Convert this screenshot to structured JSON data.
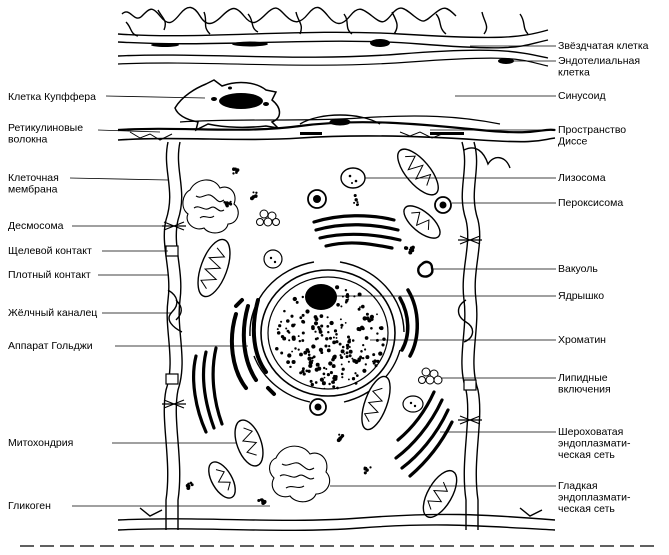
{
  "labels_left": [
    {
      "id": "kupffer",
      "lines": [
        "Клетка Купффера"
      ]
    },
    {
      "id": "reticulin",
      "lines": [
        "Ретикулиновые",
        "волокна"
      ]
    },
    {
      "id": "cell-membrane",
      "lines": [
        "Клеточная",
        "мембрана"
      ]
    },
    {
      "id": "desmosome",
      "lines": [
        "Десмосома"
      ]
    },
    {
      "id": "gap-junction",
      "lines": [
        "Щелевой контакт"
      ]
    },
    {
      "id": "tight-junction",
      "lines": [
        "Плотный контакт"
      ]
    },
    {
      "id": "bile-canaliculus",
      "lines": [
        "Жёлчный каналец"
      ]
    },
    {
      "id": "golgi",
      "lines": [
        "Аппарат Гольджи"
      ]
    },
    {
      "id": "mitochondrion",
      "lines": [
        "Митохондрия"
      ]
    },
    {
      "id": "glycogen",
      "lines": [
        "Гликоген"
      ]
    }
  ],
  "labels_right": [
    {
      "id": "stellate",
      "lines": [
        "Звёздчатая клетка"
      ]
    },
    {
      "id": "endothelial",
      "lines": [
        "Эндотелиальная",
        "клетка"
      ]
    },
    {
      "id": "sinusoid",
      "lines": [
        "Синусоид"
      ]
    },
    {
      "id": "disse",
      "lines": [
        "Пространство",
        "Диссе"
      ]
    },
    {
      "id": "lysosome",
      "lines": [
        "Лизосома"
      ]
    },
    {
      "id": "peroxisome",
      "lines": [
        "Пероксисома"
      ]
    },
    {
      "id": "vacuole",
      "lines": [
        "Вакуоль"
      ]
    },
    {
      "id": "nucleolus",
      "lines": [
        "Ядрышко"
      ]
    },
    {
      "id": "chromatin",
      "lines": [
        "Хроматин"
      ]
    },
    {
      "id": "lipid",
      "lines": [
        "Липидные",
        "включения"
      ]
    },
    {
      "id": "rough-er",
      "lines": [
        "Шероховатая",
        "эндоплазмати-",
        "ческая сеть"
      ]
    },
    {
      "id": "smooth-er",
      "lines": [
        "Гладкая",
        "эндоплазмати-",
        "ческая сеть"
      ]
    }
  ]
}
